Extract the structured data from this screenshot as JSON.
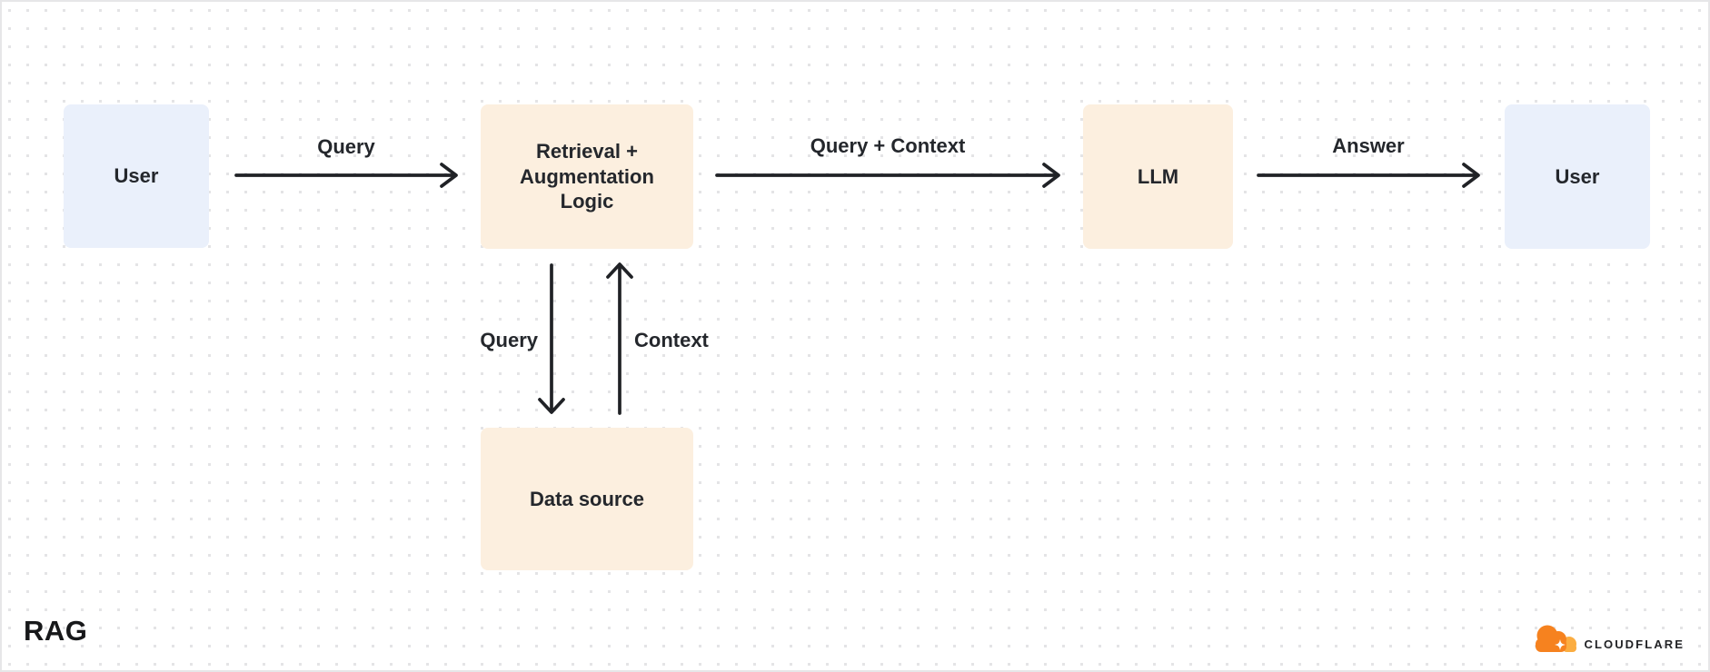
{
  "diagram": {
    "title": "RAG",
    "nodes": [
      {
        "id": "user-left",
        "label": "User",
        "type": "user",
        "fill": "#eaf0fb"
      },
      {
        "id": "retrieval",
        "label": "Retrieval + Augmentation Logic",
        "type": "process",
        "fill": "#fcefdf"
      },
      {
        "id": "llm",
        "label": "LLM",
        "type": "process",
        "fill": "#fcefdf"
      },
      {
        "id": "user-right",
        "label": "User",
        "type": "user",
        "fill": "#eaf0fb"
      },
      {
        "id": "data-source",
        "label": "Data source",
        "type": "process",
        "fill": "#fcefdf"
      }
    ],
    "edges": [
      {
        "from": "user-left",
        "to": "retrieval",
        "label": "Query",
        "direction": "right"
      },
      {
        "from": "retrieval",
        "to": "llm",
        "label": "Query + Context",
        "direction": "right"
      },
      {
        "from": "llm",
        "to": "user-right",
        "label": "Answer",
        "direction": "right"
      },
      {
        "from": "retrieval",
        "to": "data-source",
        "label": "Query",
        "direction": "down"
      },
      {
        "from": "data-source",
        "to": "retrieval",
        "label": "Context",
        "direction": "up"
      }
    ],
    "colors": {
      "arrow": "#202226",
      "text": "#24272c",
      "grid_dot": "#e4e4e6",
      "background": "#ffffff",
      "user_node_fill": "#eaf0fb",
      "process_node_fill": "#fcefdf"
    }
  },
  "branding": {
    "logo_text": "CLOUDFLARE",
    "logo_orange": "#f6821f",
    "logo_light_orange": "#fbad41"
  }
}
